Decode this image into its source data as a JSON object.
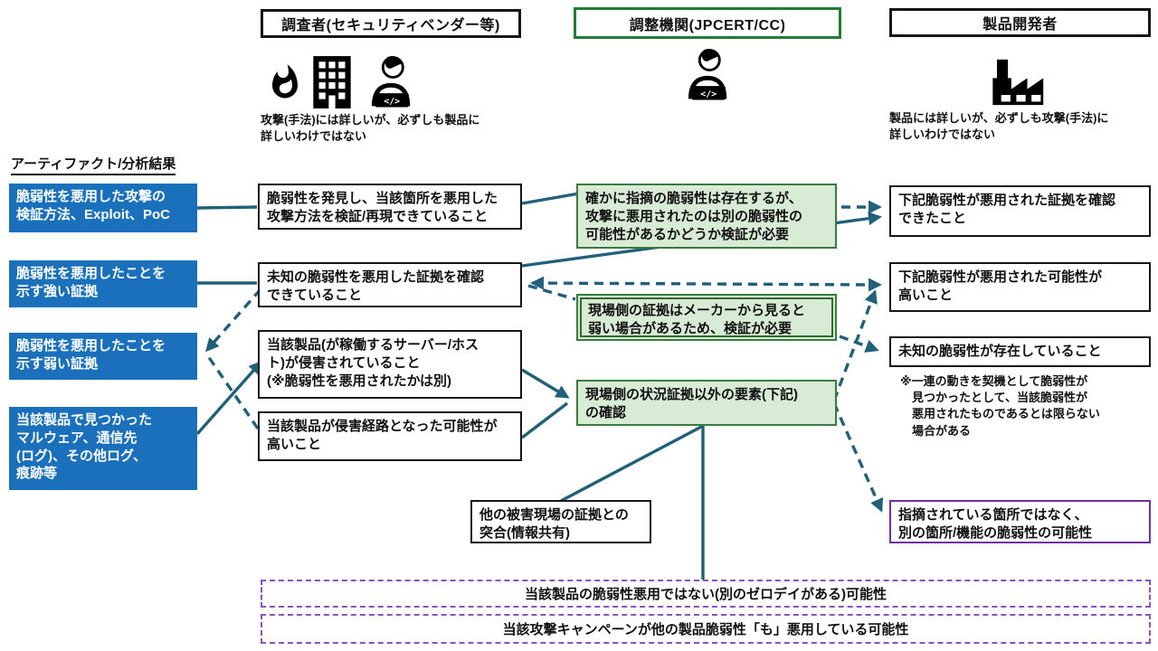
{
  "colors": {
    "blue_fill": "#1B70BC",
    "line_teal": "#216079",
    "green_border": "#3B7A3E",
    "green_fill": "#D8EBD4",
    "header_green_border": "#1E7E34",
    "purple_border": "#7030A0",
    "purple_dashed_border": "#8B52C0",
    "black_border": "#161616"
  },
  "headers": {
    "investigator": "調査者(セキュリティベンダー等)",
    "coordinator": "調整機関(JPCERT/CC)",
    "developer": "製品開発者"
  },
  "captions": {
    "investigator": "攻撃(手法)には詳しいが、必ずしも製品に\n詳しいわけではない",
    "developer": "製品には詳しいが、必ずしも攻撃(手法)に\n詳しいわけではない"
  },
  "left_label": "アーティファクト/分析結果",
  "icons": {
    "laptop_code": "</>",
    "investigator_icons": "flame, building, person-with-laptop",
    "coordinator_icon": "person-with-laptop",
    "developer_icon": "factory"
  },
  "artifacts": [
    "脆弱性を悪用した攻撃の\n検証方法、Exploit、PoC",
    "脆弱性を悪用したことを\n示す強い証拠",
    "脆弱性を悪用したことを\n示す弱い証拠",
    "当該製品で見つかった\nマルウェア、通信先\n(ログ)、その他ログ、\n痕跡等"
  ],
  "investigator_findings": [
    "脆弱性を発見し、当該箇所を悪用した\n攻撃方法を検証/再現できていること",
    "未知の脆弱性を悪用した証拠を確認\nできていること",
    "当該製品(が稼働するサーバー/ホス\nト)が侵害されていること\n(※脆弱性を悪用されたかは別)",
    "当該製品が侵害経路となった可能性が\n高いこと"
  ],
  "coordinator_notes": [
    "確かに指摘の脆弱性は存在するが、\n攻撃に悪用されたのは別の脆弱性の\n可能性があるかどうか検証が必要",
    "現場側の証拠はメーカーから見ると\n弱い場合があるため、検証が必要",
    "現場側の状況証拠以外の要素(下記)\nの確認"
  ],
  "developer_findings": [
    "下記脆弱性が悪用された証拠を確認\nできたこと",
    "下記脆弱性が悪用された可能性が\n高いこと",
    "未知の脆弱性が存在していること"
  ],
  "developer_note": "※一連の動きを契機として脆弱性が\n　見つかったとして、当該脆弱性が\n　悪用されたものであるとは限らない\n　場合がある",
  "other_boxes": {
    "cross_check": "他の被害現場の証拠との\n突合(情報共有)",
    "other_location": "指摘されている箇所ではなく、\n別の箇所/機能の脆弱性の可能性",
    "possibility_1": "当該製品の脆弱性悪用ではない(別のゼロデイがある)可能性",
    "possibility_2": "当該攻撃キャンペーンが他の製品脆弱性「も」悪用している可能性"
  }
}
